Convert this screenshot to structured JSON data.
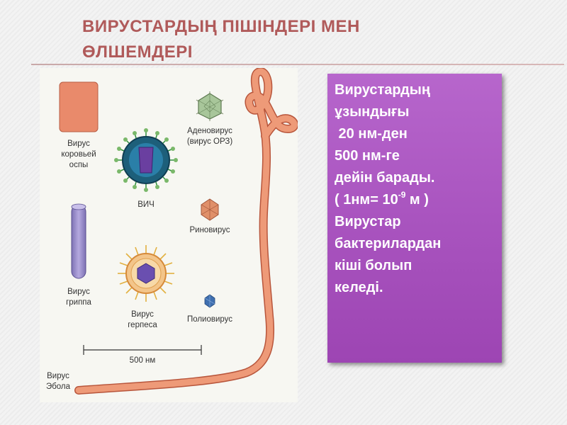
{
  "slide": {
    "title_line1": "ВИРУСТАРДЫҢ ПІШІНДЕРІ МЕН",
    "title_line2": "ӨЛШЕМДЕРІ"
  },
  "figure": {
    "labels": {
      "vaccinia": [
        "Вирус",
        "коровьей",
        "оспы"
      ],
      "hiv": "ВИЧ",
      "adenovirus": [
        "Аденовирус",
        "(вирус ОРЗ)"
      ],
      "influenza": [
        "Вирус",
        "гриппа"
      ],
      "rhinovirus": "Риновирус",
      "herpes": [
        "Вирус",
        "герпеса"
      ],
      "poliovirus": "Полиовирус",
      "ebola": [
        "Вирус",
        "Эбола"
      ],
      "scale": "500 нм"
    }
  },
  "panel": {
    "line1": "Вирустардың",
    "line2": "ұзындығы",
    "line3": " 20 нм-ден",
    "line4": "500 нм-ге",
    "line5": "дейін барады.",
    "line6_pre": "( 1нм= 10",
    "line6_sup": "-9",
    "line6_post": " м )",
    "line7": "Вирустар",
    "line8": "бактерилардан",
    "line9": "кіші болып",
    "line10": "келеді."
  },
  "colors": {
    "title": "#b05a5a",
    "panel": "#a954bf",
    "ebola": "#e88a6a",
    "influenza": "#9c8fc9"
  }
}
